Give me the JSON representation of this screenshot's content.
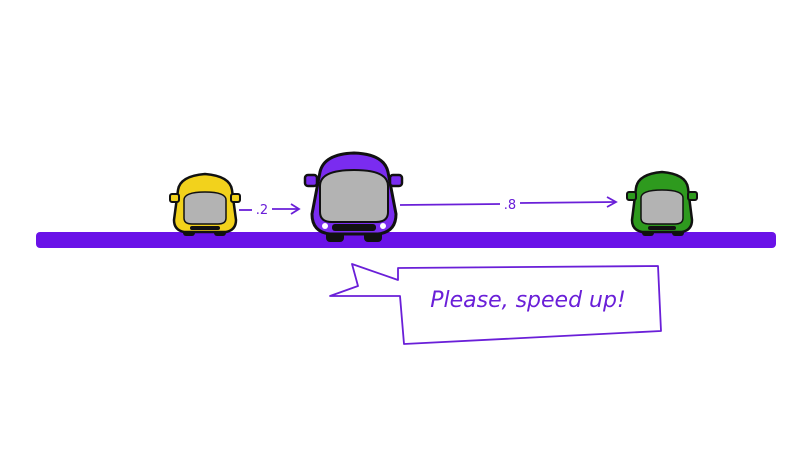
{
  "diagram": {
    "gap_left_label": ".2",
    "gap_right_label": ".8",
    "speech_text": "Please, speed up!",
    "cars": [
      {
        "id": "car-left",
        "color": "#f2d21c"
      },
      {
        "id": "car-middle",
        "color": "#7a2cf0"
      },
      {
        "id": "car-right",
        "color": "#2e9a1e"
      }
    ],
    "road_color": "#6a12e8",
    "accent_color": "#6a1fd8"
  }
}
